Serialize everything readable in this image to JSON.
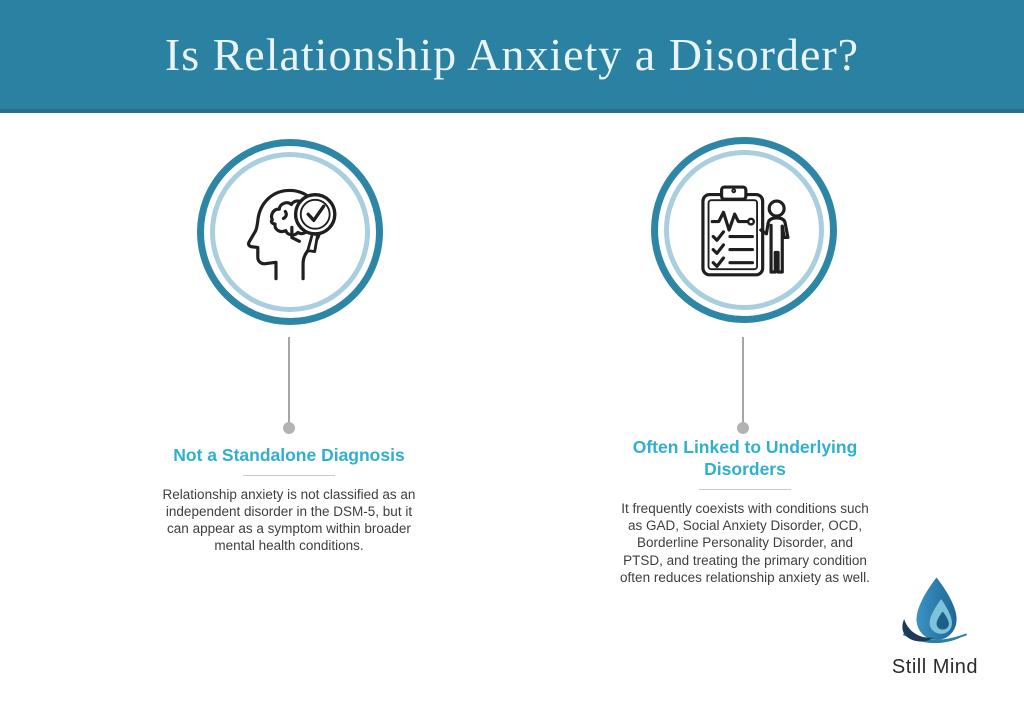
{
  "header": {
    "title": "Is Relationship Anxiety a Disorder?"
  },
  "columns": [
    {
      "icon": "head-brain-magnifier-check-icon",
      "heading": "Not a Standalone Diagnosis",
      "body": "Relationship anxiety is not classified as an independent disorder in the DSM-5, but it can appear as a symptom within broader mental health conditions."
    },
    {
      "icon": "clipboard-checklist-person-icon",
      "heading": "Often Linked to Underlying Disorders",
      "body": "It frequently coexists with conditions such as GAD, Social Anxiety Disorder, OCD, Borderline Personality Disorder, and PTSD, and treating the primary condition often reduces relationship anxiety as well."
    }
  ],
  "footer": {
    "brand": "Still Mind",
    "logo": "water-drop-ripple-icon"
  },
  "colors": {
    "header_band": "#2a81a2",
    "header_band_edge": "#23708f",
    "title_text": "#eaf4f6",
    "heading_accent": "#2fb0ce",
    "ring_outer": "#2e86a6",
    "ring_inner": "#a9cede",
    "body_text": "#3e3e3e",
    "stem_gray": "#a6a6a6",
    "divider_gray": "#c9c9c9",
    "logo_drop_blue": "#2f83b4",
    "logo_drop_light": "#7fc3da",
    "logo_drop_dark": "#1d3a57",
    "logo_ripple": "#2b7fa0"
  }
}
